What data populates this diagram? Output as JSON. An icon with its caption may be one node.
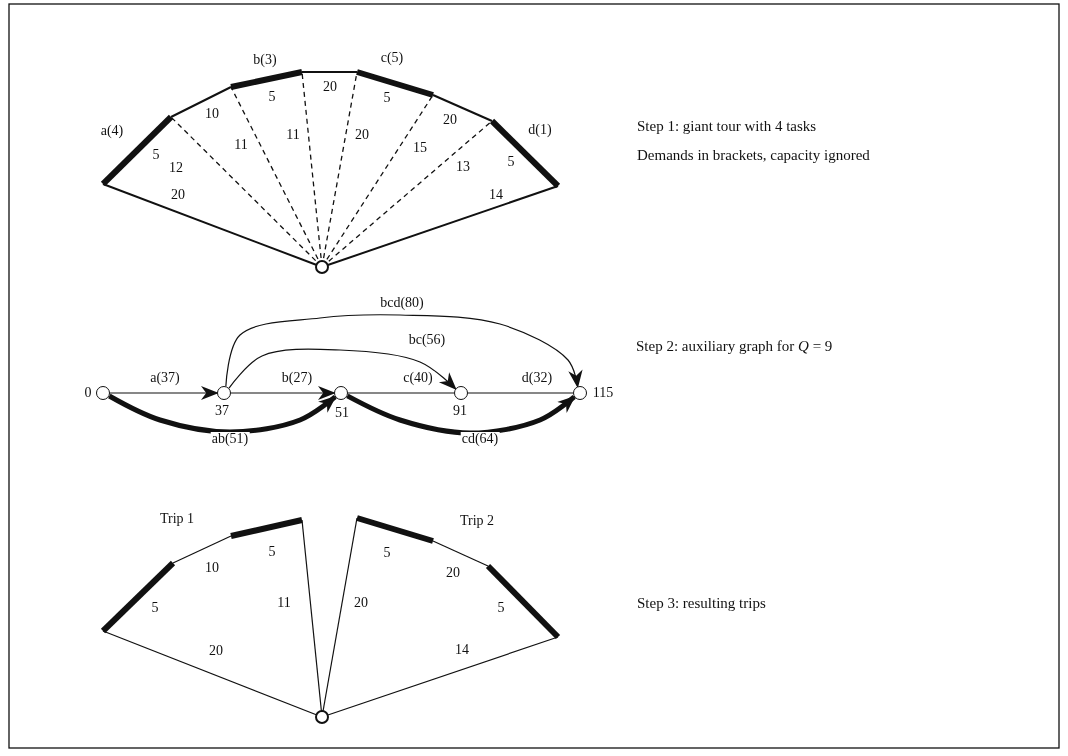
{
  "diagram": {
    "nodes": [
      {
        "text": [],
        "shape": "circle",
        "beside": [
          "0"
        ]
      },
      {
        "text": [],
        "shape": "circle",
        "beside": [
          "37"
        ]
      },
      {
        "text": [],
        "shape": "circle",
        "beside": [
          "51"
        ]
      },
      {
        "text": [],
        "shape": "circle",
        "beside": [
          "91"
        ]
      },
      {
        "text": [],
        "shape": "circle",
        "beside": [
          "115"
        ]
      }
    ],
    "edges": [
      {
        "from": 0,
        "to": 1,
        "arrow": "to",
        "label": "a(37)"
      },
      {
        "from": 1,
        "to": 2,
        "arrow": "to",
        "label": "b(27)"
      },
      {
        "from": 2,
        "to": 3,
        "arrow": "none",
        "label": "c(40)"
      },
      {
        "from": 3,
        "to": 4,
        "arrow": "none",
        "label": "d(32)"
      },
      {
        "from": 1,
        "to": 3,
        "arrow": "to",
        "label": "bc(56)"
      },
      {
        "from": 1,
        "to": 4,
        "arrow": "to",
        "label": "bcd(80)"
      },
      {
        "from": 0,
        "to": 2,
        "arrow": "to",
        "label": "ab(51)",
        "style": "thick"
      },
      {
        "from": 2,
        "to": 4,
        "arrow": "to",
        "label": "cd(64)",
        "style": "thick"
      }
    ],
    "labels": [
      "b(3)",
      "c(5)",
      "10",
      "5",
      "20",
      "5",
      "20",
      "a(4)",
      "d(1)",
      "Step 1: giant tour with 4 tasks",
      "Demands in brackets, capacity ignored",
      "11",
      "11",
      "20",
      "15",
      "5",
      "5",
      "12",
      "13",
      "20",
      "14",
      "Step 2: auxiliary graph for *Q* = 9",
      "Trip 1",
      "Trip 2",
      "5",
      "5",
      "10",
      "20",
      "11",
      "20",
      "5",
      "5",
      "Step 3: resulting trips",
      "20",
      "14"
    ]
  }
}
